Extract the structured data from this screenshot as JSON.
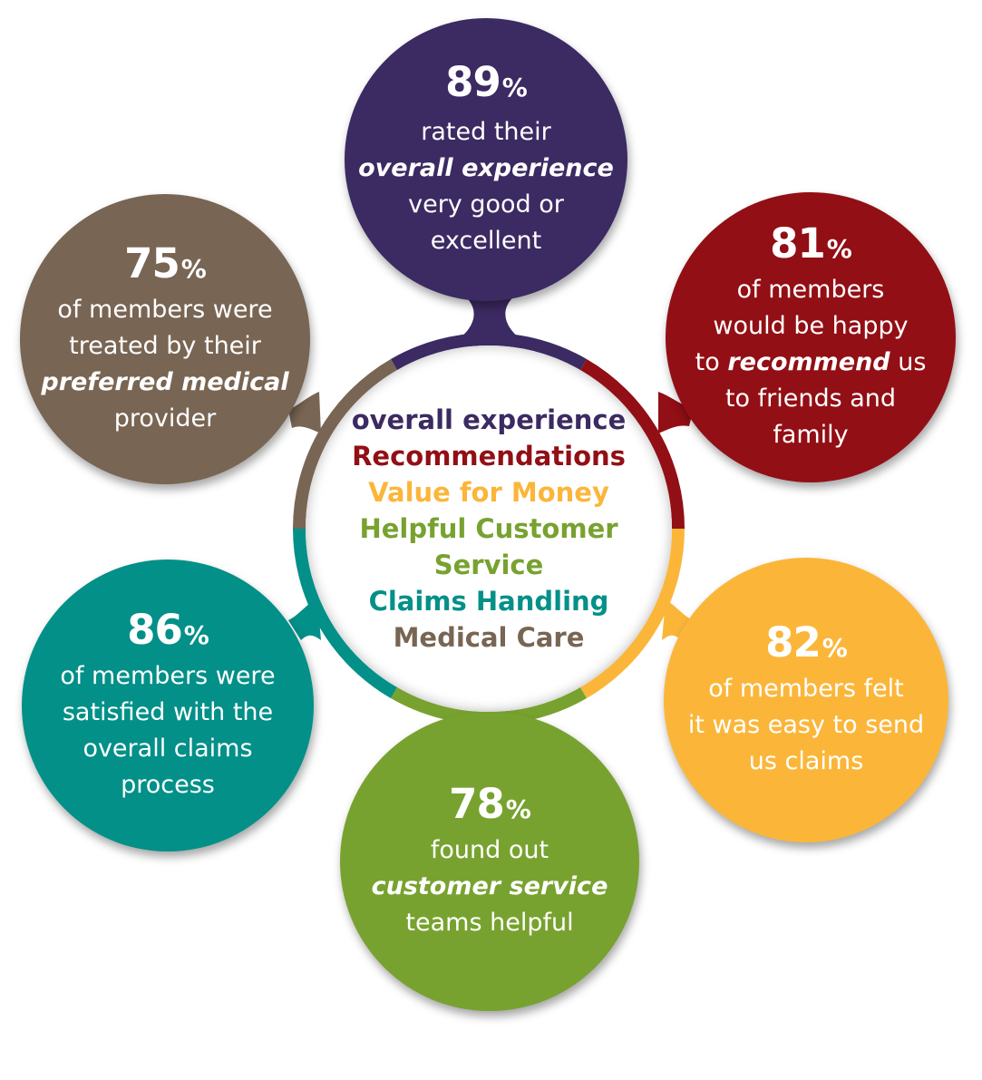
{
  "colors": {
    "overall_experience": "#3c2a62",
    "recommendations": "#920f15",
    "value_for_money": "#fbb63a",
    "customer_service": "#78a22f",
    "claims_handling": "#029088",
    "medical_care": "#786553"
  },
  "hub": {
    "labels": [
      {
        "key": "overall_experience",
        "text": "overall experience"
      },
      {
        "key": "recommendations",
        "text": "Recommendations"
      },
      {
        "key": "value_for_money",
        "text": "Value for Money"
      },
      {
        "key": "customer_service",
        "text": "Helpful Customer Service"
      },
      {
        "key": "claims_handling",
        "text": "Claims Handling"
      },
      {
        "key": "medical_care",
        "text": "Medical Care"
      }
    ]
  },
  "bubbles": {
    "experience": {
      "value": "89",
      "unit": "%",
      "l1": "rated their",
      "l2": "overall experience",
      "l3": "very good or",
      "l4": "excellent"
    },
    "recommend": {
      "value": "81",
      "unit": "%",
      "l1": "of members",
      "l2": "would be happy",
      "l3a": "to ",
      "l3b": "recommend",
      "l3c": " us",
      "l4": "to friends and",
      "l5": "family"
    },
    "value": {
      "value": "82",
      "unit": "%",
      "l1": "of members felt",
      "l2": "it was easy to send",
      "l3": "us claims"
    },
    "service": {
      "value": "78",
      "unit": "%",
      "l1": "found out",
      "l2": "customer service",
      "l3": "teams helpful"
    },
    "claims": {
      "value": "86",
      "unit": "%",
      "l1": "of members were",
      "l2": "satisfied with the",
      "l3": "overall claims",
      "l4": "process"
    },
    "medical": {
      "value": "75",
      "unit": "%",
      "l1": "of members were",
      "l2": "treated by their",
      "l3": "preferred medical",
      "l4": "provider"
    }
  }
}
